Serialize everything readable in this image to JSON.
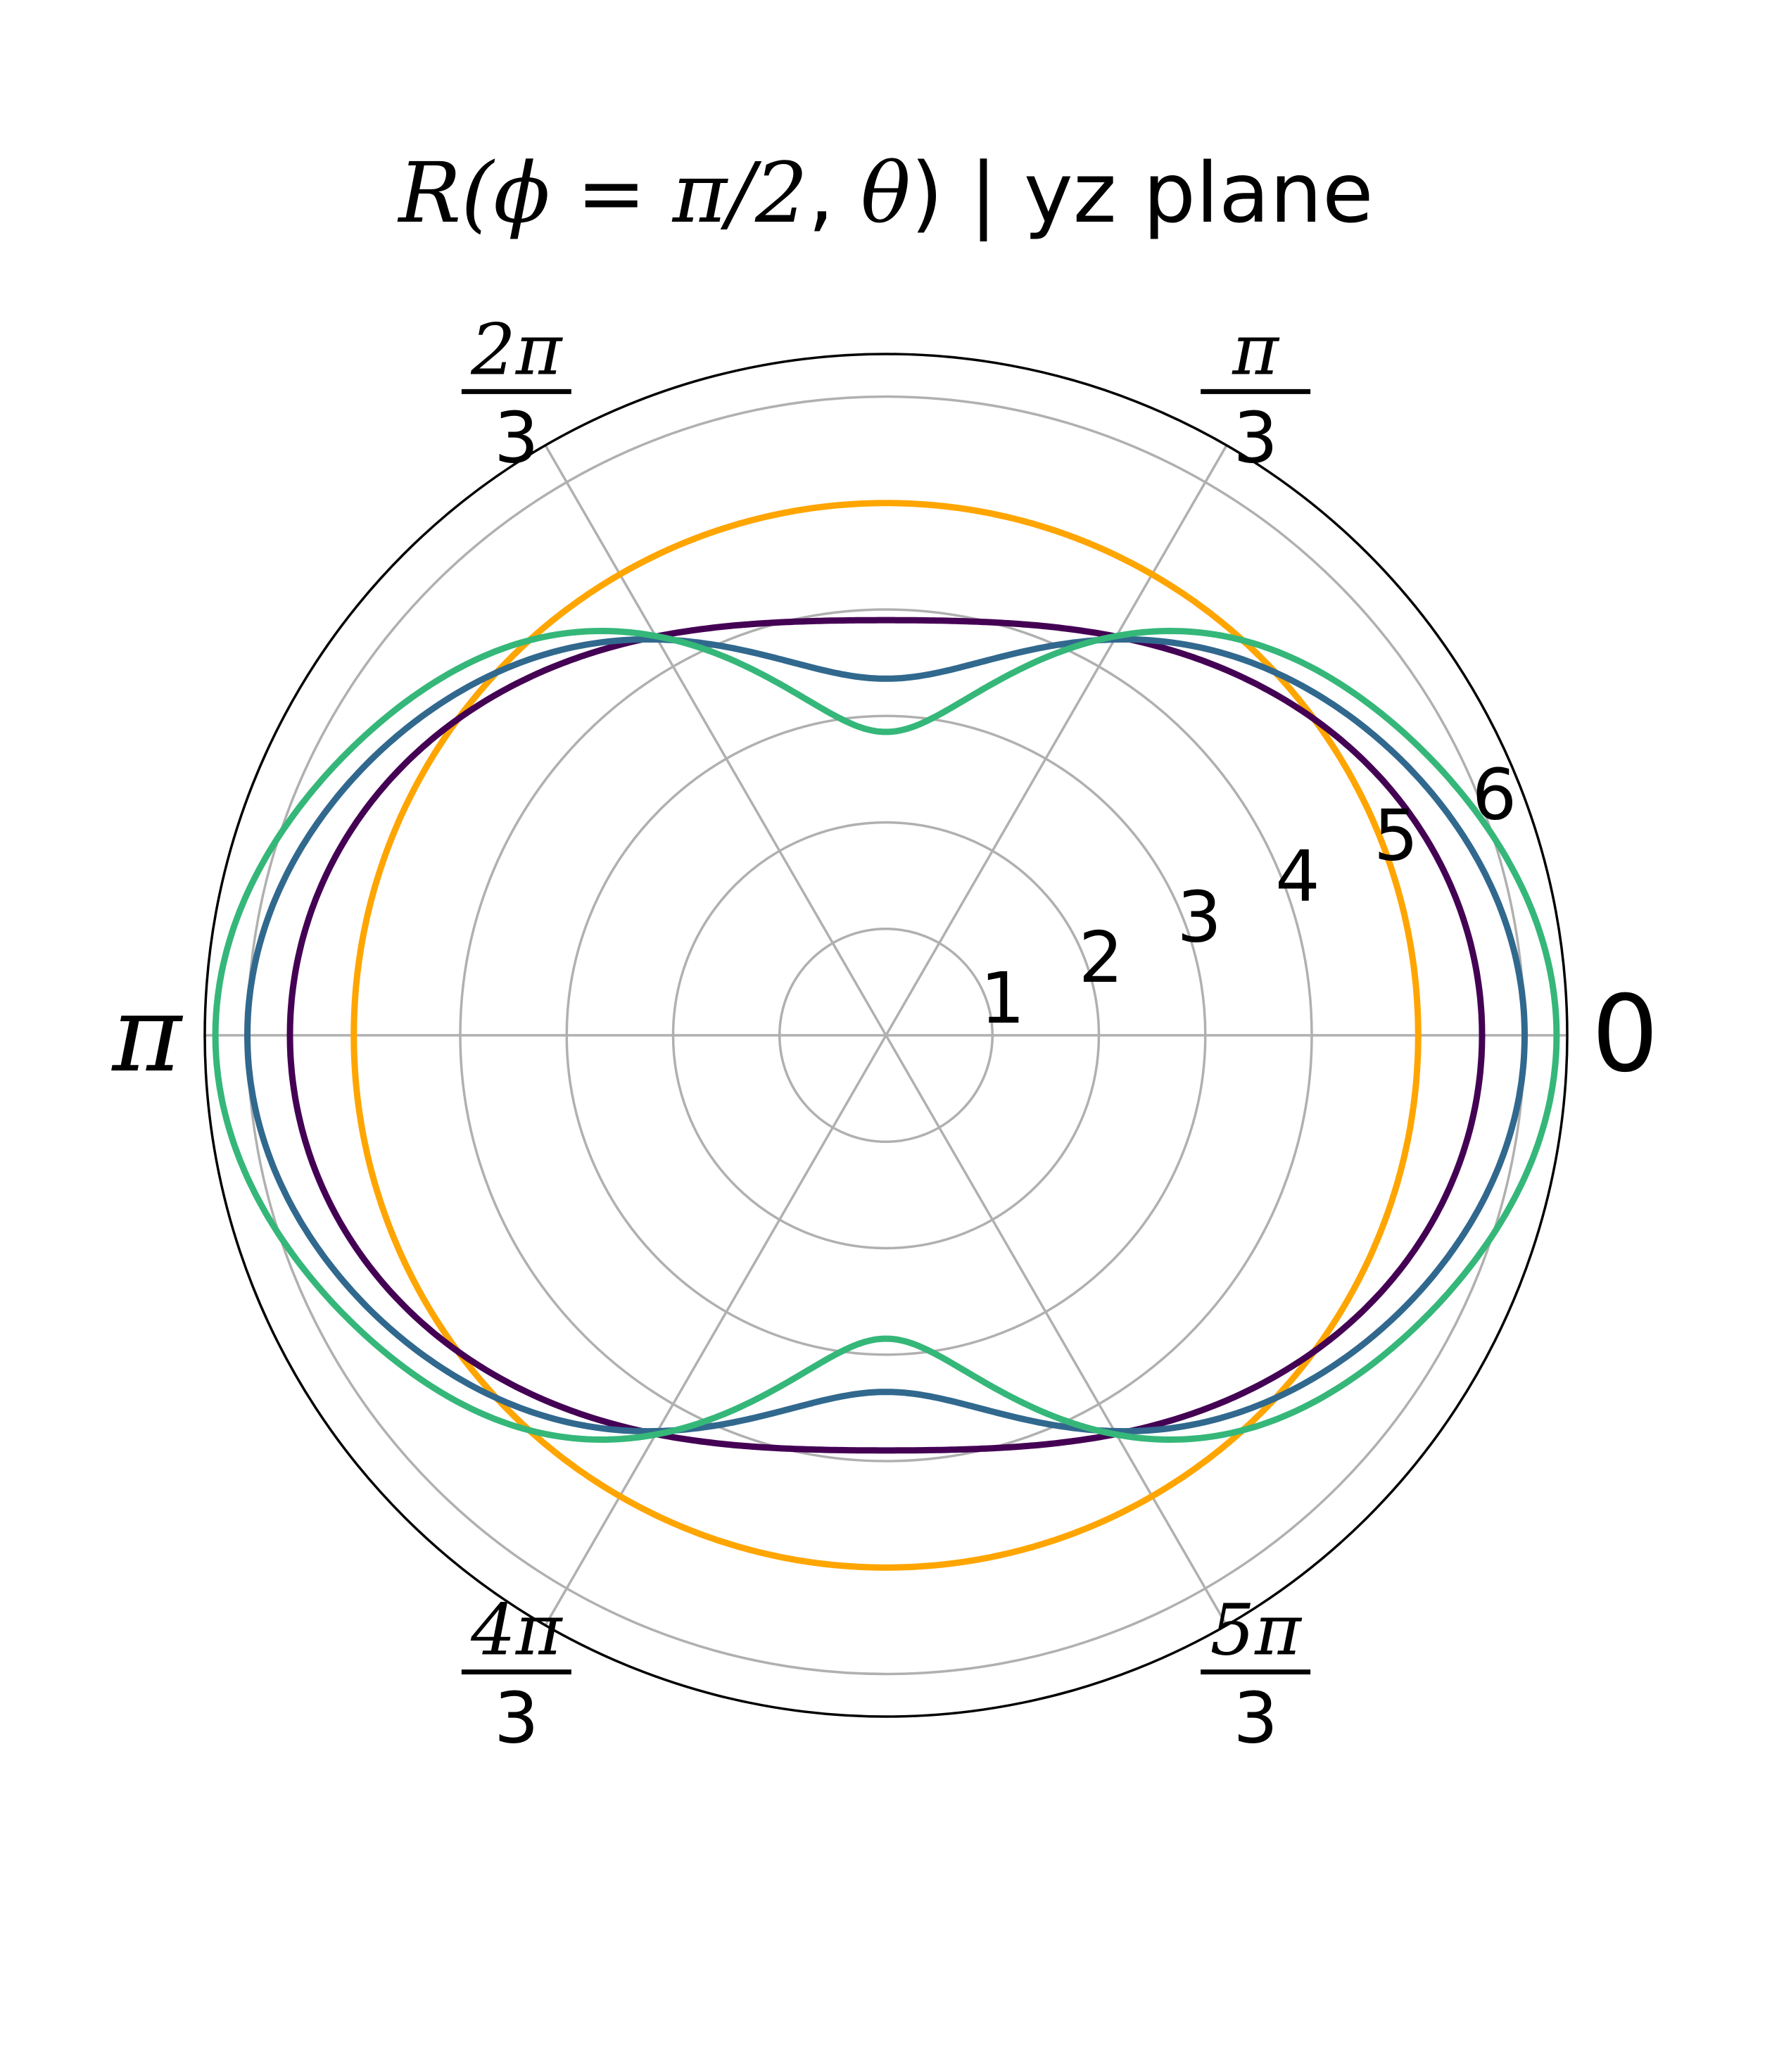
{
  "chart_data": {
    "type": "line",
    "projection": "polar",
    "title": {
      "prefix": "R(",
      "phi": "ϕ",
      "equals": " = ",
      "pi_half": "π/2",
      "comma": ", ",
      "theta": "θ",
      "suffix": ") | yz plane"
    },
    "r_range": [
      0,
      6.4
    ],
    "r_ticks": [
      "1",
      "2",
      "3",
      "4",
      "5",
      "6"
    ],
    "r_tick_values": [
      1,
      2,
      3,
      4,
      5,
      6
    ],
    "theta_ticks": [
      {
        "angle_deg": 0,
        "label": "0"
      },
      {
        "angle_deg": 60,
        "numerator": "π",
        "denominator": "3"
      },
      {
        "angle_deg": 120,
        "numerator": "2π",
        "denominator": "3"
      },
      {
        "angle_deg": 180,
        "label": "π"
      },
      {
        "angle_deg": 240,
        "numerator": "4π",
        "denominator": "3"
      },
      {
        "angle_deg": 300,
        "numerator": "5π",
        "denominator": "3"
      }
    ],
    "grid": true,
    "series": [
      {
        "color": "#FFA500",
        "model": {
          "radius_deg0": 5.0,
          "radius_deg90": 5.0,
          "wave_cos4": 0.0
        }
      },
      {
        "color": "#440154",
        "model": {
          "radius_deg0": 5.6,
          "radius_deg90": 3.9,
          "wave_cos4": 0.0
        }
      },
      {
        "color": "#31688E",
        "model": {
          "radius_deg0": 6.0,
          "radius_deg90": 3.35,
          "wave_cos4": 0.25
        }
      },
      {
        "color": "#35B779",
        "model": {
          "radius_deg0": 6.3,
          "radius_deg90": 2.85,
          "wave_cos4": 0.55
        }
      }
    ]
  }
}
